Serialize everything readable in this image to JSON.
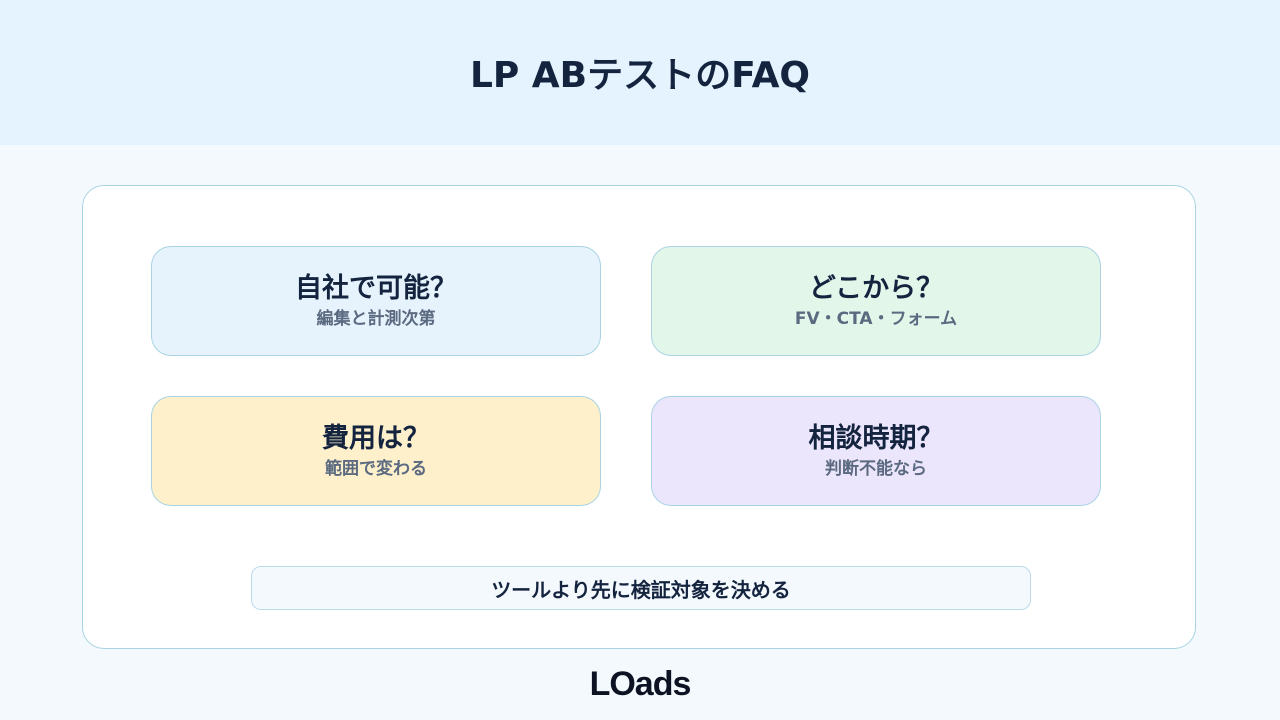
{
  "header": {
    "title": "LP ABテストのFAQ"
  },
  "faq": {
    "cards": [
      {
        "question": "自社で可能？",
        "answer": "編集と計測次第"
      },
      {
        "question": "どこから？",
        "answer": "FV・CTA・フォーム"
      },
      {
        "question": "費用は？",
        "answer": "範囲で変わる"
      },
      {
        "question": "相談時期？",
        "answer": "判断不能なら"
      }
    ],
    "tip": "ツールより先に検証対象を決める"
  },
  "footer": {
    "logo_text": "LOads"
  },
  "colors": {
    "header_bg": "#e4f3fd",
    "card_blue": "#e6f3fd",
    "card_green": "#e3f6ea",
    "card_yellow": "#fdf0cb",
    "card_purple": "#ece6fd",
    "text_dark": "#14243f",
    "text_muted": "#5b6a80"
  }
}
